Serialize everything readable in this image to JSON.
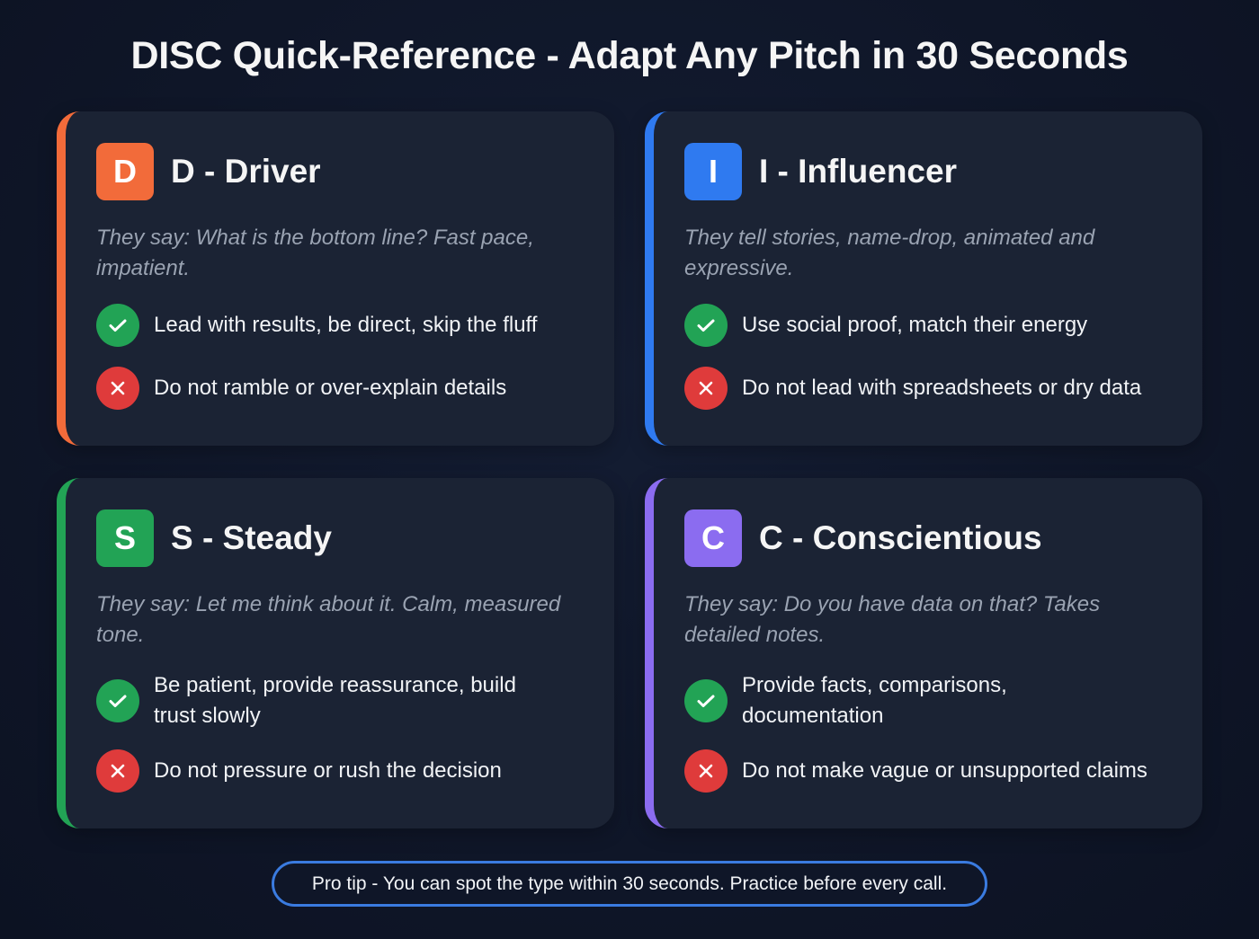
{
  "title": "DISC Quick-Reference - Adapt Any Pitch in 30 Seconds",
  "cards": [
    {
      "letter": "D",
      "title": "D - Driver",
      "accent": "#f26b3a",
      "quote": "They say: What is the bottom line? Fast pace, impatient.",
      "do": "Lead with results, be direct, skip the fluff",
      "dont": "Do not ramble or over-explain details"
    },
    {
      "letter": "I",
      "title": "I - Influencer",
      "accent": "#2f7af0",
      "quote": "They tell stories, name-drop, animated and expressive.",
      "do": "Use social proof, match their energy",
      "dont": "Do not lead with spreadsheets or dry data"
    },
    {
      "letter": "S",
      "title": "S - Steady",
      "accent": "#22a355",
      "quote": "They say: Let me think about it. Calm, measured tone.",
      "do": "Be patient, provide reassurance, build trust slowly",
      "dont": "Do not pressure or rush the decision"
    },
    {
      "letter": "C",
      "title": "C - Conscientious",
      "accent": "#8b6cf0",
      "quote": "They say: Do you have data on that? Takes detailed notes.",
      "do": "Provide facts, comparisons, documentation",
      "dont": "Do not make vague or unsupported claims"
    }
  ],
  "icons": {
    "do": "check-icon",
    "dont": "x-icon"
  },
  "colors": {
    "do": "#22a355",
    "dont": "#df3b3b",
    "tip_border": "#3a7be0"
  },
  "tip": "Pro tip - You can spot the type within 30 seconds. Practice before every call."
}
